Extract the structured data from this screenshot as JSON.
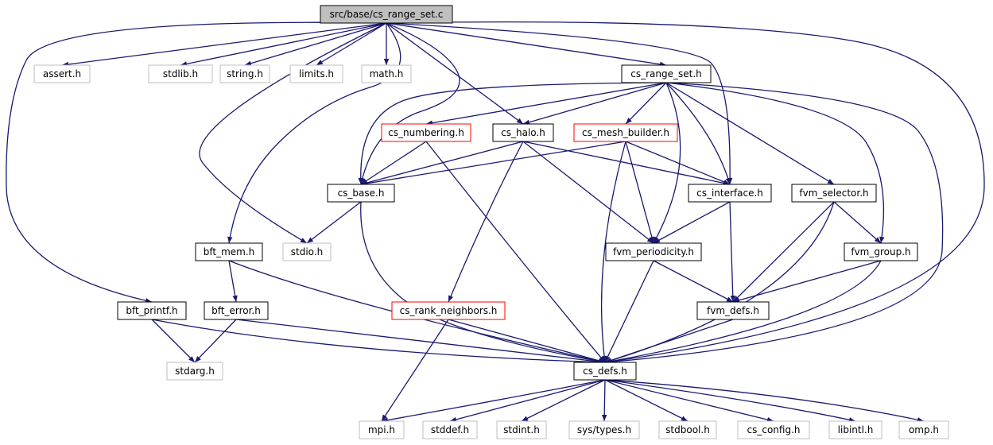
{
  "colors": {
    "edge": "#191970",
    "root_fill": "#bfbfbf",
    "root_stroke": "#000000",
    "normal_stroke": "#000000",
    "external_stroke": "#bfbfbf",
    "truncated_stroke": "#ff0000",
    "background": "#ffffff"
  },
  "nodes": [
    {
      "id": "root",
      "label": "src/base/cs_range_set.c",
      "style": "root"
    },
    {
      "id": "assert",
      "label": "assert.h",
      "style": "external"
    },
    {
      "id": "stdlib",
      "label": "stdlib.h",
      "style": "external"
    },
    {
      "id": "string",
      "label": "string.h",
      "style": "external"
    },
    {
      "id": "limits",
      "label": "limits.h",
      "style": "external"
    },
    {
      "id": "math",
      "label": "math.h",
      "style": "external"
    },
    {
      "id": "cs_range_set",
      "label": "cs_range_set.h",
      "style": "normal"
    },
    {
      "id": "cs_numbering",
      "label": "cs_numbering.h",
      "style": "truncated"
    },
    {
      "id": "cs_halo",
      "label": "cs_halo.h",
      "style": "normal"
    },
    {
      "id": "cs_mesh_builder",
      "label": "cs_mesh_builder.h",
      "style": "truncated"
    },
    {
      "id": "cs_base",
      "label": "cs_base.h",
      "style": "normal"
    },
    {
      "id": "cs_interface",
      "label": "cs_interface.h",
      "style": "normal"
    },
    {
      "id": "fvm_selector",
      "label": "fvm_selector.h",
      "style": "normal"
    },
    {
      "id": "bft_mem",
      "label": "bft_mem.h",
      "style": "normal"
    },
    {
      "id": "stdio",
      "label": "stdio.h",
      "style": "external"
    },
    {
      "id": "fvm_periodicity",
      "label": "fvm_periodicity.h",
      "style": "normal"
    },
    {
      "id": "fvm_group",
      "label": "fvm_group.h",
      "style": "normal"
    },
    {
      "id": "bft_printf",
      "label": "bft_printf.h",
      "style": "normal"
    },
    {
      "id": "bft_error",
      "label": "bft_error.h",
      "style": "normal"
    },
    {
      "id": "cs_rank_neighbors",
      "label": "cs_rank_neighbors.h",
      "style": "truncated"
    },
    {
      "id": "fvm_defs",
      "label": "fvm_defs.h",
      "style": "normal"
    },
    {
      "id": "stdarg",
      "label": "stdarg.h",
      "style": "external"
    },
    {
      "id": "cs_defs",
      "label": "cs_defs.h",
      "style": "normal"
    },
    {
      "id": "mpi",
      "label": "mpi.h",
      "style": "external"
    },
    {
      "id": "stddef",
      "label": "stddef.h",
      "style": "external"
    },
    {
      "id": "stdint",
      "label": "stdint.h",
      "style": "external"
    },
    {
      "id": "sys_types",
      "label": "sys/types.h",
      "style": "external"
    },
    {
      "id": "stdbool",
      "label": "stdbool.h",
      "style": "external"
    },
    {
      "id": "cs_config",
      "label": "cs_config.h",
      "style": "external"
    },
    {
      "id": "libintl",
      "label": "libintl.h",
      "style": "external"
    },
    {
      "id": "omp",
      "label": "omp.h",
      "style": "external"
    }
  ],
  "edges": [
    [
      "root",
      "assert"
    ],
    [
      "root",
      "stdlib"
    ],
    [
      "root",
      "string"
    ],
    [
      "root",
      "limits"
    ],
    [
      "root",
      "math"
    ],
    [
      "root",
      "cs_range_set"
    ],
    [
      "root",
      "cs_halo"
    ],
    [
      "root",
      "cs_base"
    ],
    [
      "root",
      "cs_interface"
    ],
    [
      "root",
      "bft_mem"
    ],
    [
      "root",
      "stdio"
    ],
    [
      "root",
      "bft_printf"
    ],
    [
      "root",
      "cs_defs"
    ],
    [
      "cs_range_set",
      "cs_numbering"
    ],
    [
      "cs_range_set",
      "cs_halo"
    ],
    [
      "cs_range_set",
      "cs_mesh_builder"
    ],
    [
      "cs_range_set",
      "cs_base"
    ],
    [
      "cs_range_set",
      "cs_interface"
    ],
    [
      "cs_range_set",
      "fvm_selector"
    ],
    [
      "cs_range_set",
      "fvm_periodicity"
    ],
    [
      "cs_range_set",
      "fvm_group"
    ],
    [
      "cs_range_set",
      "cs_defs"
    ],
    [
      "cs_numbering",
      "cs_base"
    ],
    [
      "cs_numbering",
      "cs_defs"
    ],
    [
      "cs_halo",
      "cs_base"
    ],
    [
      "cs_halo",
      "cs_interface"
    ],
    [
      "cs_halo",
      "fvm_periodicity"
    ],
    [
      "cs_halo",
      "cs_rank_neighbors"
    ],
    [
      "cs_mesh_builder",
      "cs_base"
    ],
    [
      "cs_mesh_builder",
      "cs_interface"
    ],
    [
      "cs_mesh_builder",
      "fvm_periodicity"
    ],
    [
      "cs_mesh_builder",
      "cs_defs"
    ],
    [
      "cs_base",
      "stdio"
    ],
    [
      "cs_base",
      "cs_defs"
    ],
    [
      "cs_interface",
      "fvm_periodicity"
    ],
    [
      "cs_interface",
      "fvm_defs"
    ],
    [
      "fvm_selector",
      "fvm_group"
    ],
    [
      "fvm_selector",
      "fvm_defs"
    ],
    [
      "fvm_selector",
      "cs_defs"
    ],
    [
      "bft_mem",
      "bft_error"
    ],
    [
      "bft_mem",
      "cs_defs"
    ],
    [
      "fvm_periodicity",
      "fvm_defs"
    ],
    [
      "fvm_periodicity",
      "cs_defs"
    ],
    [
      "fvm_group",
      "fvm_defs"
    ],
    [
      "fvm_group",
      "cs_defs"
    ],
    [
      "bft_printf",
      "stdarg"
    ],
    [
      "bft_printf",
      "cs_defs"
    ],
    [
      "bft_error",
      "stdarg"
    ],
    [
      "bft_error",
      "cs_defs"
    ],
    [
      "cs_rank_neighbors",
      "mpi"
    ],
    [
      "cs_rank_neighbors",
      "cs_defs"
    ],
    [
      "fvm_defs",
      "cs_defs"
    ],
    [
      "cs_defs",
      "mpi"
    ],
    [
      "cs_defs",
      "stddef"
    ],
    [
      "cs_defs",
      "stdint"
    ],
    [
      "cs_defs",
      "sys_types"
    ],
    [
      "cs_defs",
      "stdbool"
    ],
    [
      "cs_defs",
      "cs_config"
    ],
    [
      "cs_defs",
      "libintl"
    ],
    [
      "cs_defs",
      "omp"
    ]
  ]
}
